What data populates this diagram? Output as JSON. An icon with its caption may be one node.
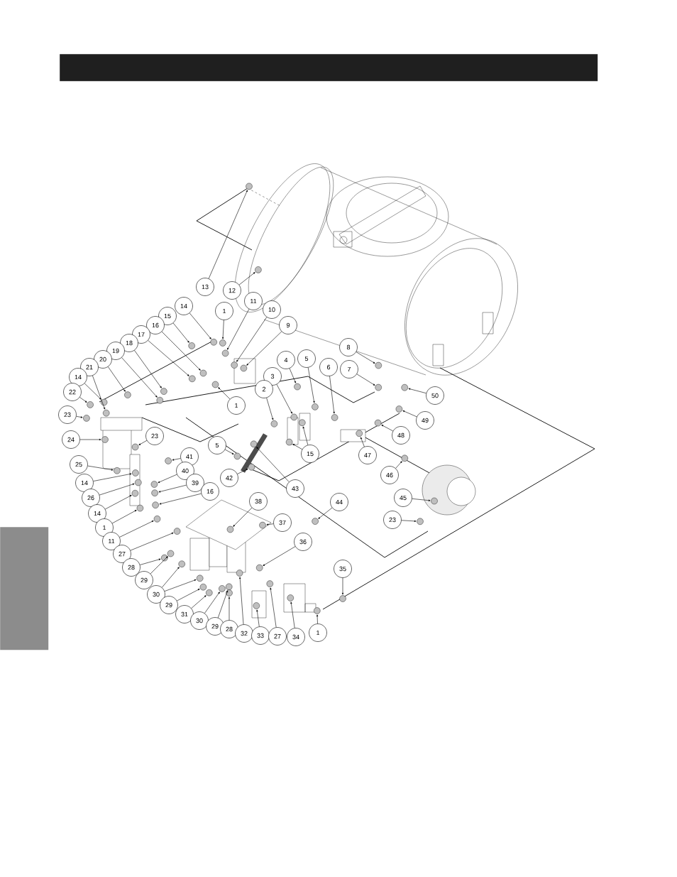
{
  "diagram": {
    "nodes": [
      {
        "text": [
          "13"
        ]
      },
      {
        "text": [
          "12"
        ]
      },
      {
        "text": [
          "11"
        ]
      },
      {
        "text": [
          "14"
        ]
      },
      {
        "text": [
          "1"
        ]
      },
      {
        "text": [
          "10"
        ]
      },
      {
        "text": [
          "15"
        ]
      },
      {
        "text": [
          "9"
        ]
      },
      {
        "text": [
          "16"
        ]
      },
      {
        "text": [
          "17"
        ]
      },
      {
        "text": [
          "18"
        ]
      },
      {
        "text": [
          "8"
        ]
      },
      {
        "text": [
          "19"
        ]
      },
      {
        "text": [
          "20"
        ]
      },
      {
        "text": [
          "4"
        ]
      },
      {
        "text": [
          "5"
        ]
      },
      {
        "text": [
          "6"
        ]
      },
      {
        "text": [
          "21"
        ]
      },
      {
        "text": [
          "7"
        ]
      },
      {
        "text": [
          "3"
        ]
      },
      {
        "text": [
          "14"
        ]
      },
      {
        "text": [
          "2"
        ]
      },
      {
        "text": [
          "22"
        ]
      },
      {
        "text": [
          "50"
        ]
      },
      {
        "text": [
          "1"
        ]
      },
      {
        "text": [
          "23"
        ]
      },
      {
        "text": [
          "49"
        ]
      },
      {
        "text": [
          "48"
        ]
      },
      {
        "text": [
          "23"
        ]
      },
      {
        "text": [
          "24"
        ]
      },
      {
        "text": [
          "5"
        ]
      },
      {
        "text": [
          "15"
        ]
      },
      {
        "text": [
          "47"
        ]
      },
      {
        "text": [
          "41"
        ]
      },
      {
        "text": [
          "25"
        ]
      },
      {
        "text": [
          "40"
        ]
      },
      {
        "text": [
          "46"
        ]
      },
      {
        "text": [
          "42"
        ]
      },
      {
        "text": [
          "14"
        ]
      },
      {
        "text": [
          "39"
        ]
      },
      {
        "text": [
          "43"
        ]
      },
      {
        "text": [
          "26"
        ]
      },
      {
        "text": [
          "45"
        ]
      },
      {
        "text": [
          "44"
        ]
      },
      {
        "text": [
          "16"
        ]
      },
      {
        "text": [
          "38"
        ]
      },
      {
        "text": [
          "14"
        ]
      },
      {
        "text": [
          "23"
        ]
      },
      {
        "text": [
          "37"
        ]
      },
      {
        "text": [
          "1"
        ]
      },
      {
        "text": [
          "11"
        ]
      },
      {
        "text": [
          "36"
        ]
      },
      {
        "text": [
          "27"
        ]
      },
      {
        "text": [
          "28"
        ]
      },
      {
        "text": [
          "35"
        ]
      },
      {
        "text": [
          "29"
        ]
      },
      {
        "text": [
          "30"
        ]
      },
      {
        "text": [
          "29"
        ]
      },
      {
        "text": [
          "31"
        ]
      },
      {
        "text": [
          "30"
        ]
      },
      {
        "text": [
          "29"
        ]
      },
      {
        "text": [
          "28"
        ]
      },
      {
        "text": [
          "32"
        ]
      },
      {
        "text": [
          "33"
        ]
      },
      {
        "text": [
          "1"
        ]
      },
      {
        "text": [
          "27"
        ]
      },
      {
        "text": [
          "34"
        ]
      },
      {
        "text": [],
        "shape": "bar"
      },
      {
        "text": [],
        "shape": "box"
      }
    ],
    "edges": [
      {
        "from": 0,
        "to": null,
        "arrow": "to"
      },
      {
        "from": 1,
        "to": null,
        "arrow": "to"
      },
      {
        "from": 2,
        "to": null,
        "arrow": "to"
      },
      {
        "from": 3,
        "to": null,
        "arrow": "to"
      },
      {
        "from": 4,
        "to": null,
        "arrow": "to"
      },
      {
        "from": 5,
        "to": null,
        "arrow": "to"
      },
      {
        "from": 6,
        "to": null,
        "arrow": "to"
      },
      {
        "from": 7,
        "to": null,
        "arrow": "to"
      },
      {
        "from": 8,
        "to": null,
        "arrow": "to"
      },
      {
        "from": 9,
        "to": null,
        "arrow": "to"
      },
      {
        "from": 10,
        "to": null,
        "arrow": "to"
      },
      {
        "from": 11,
        "to": null,
        "arrow": "to"
      },
      {
        "from": 12,
        "to": null,
        "arrow": "to"
      },
      {
        "from": 13,
        "to": null,
        "arrow": "to"
      },
      {
        "from": 14,
        "to": null,
        "arrow": "to"
      },
      {
        "from": 15,
        "to": null,
        "arrow": "to"
      },
      {
        "from": 16,
        "to": null,
        "arrow": "to"
      },
      {
        "from": 17,
        "to": null,
        "arrow": "to"
      },
      {
        "from": 18,
        "to": null,
        "arrow": "to"
      },
      {
        "from": 19,
        "to": null,
        "arrow": "to"
      },
      {
        "from": 20,
        "to": null,
        "arrow": "to"
      },
      {
        "from": 21,
        "to": null,
        "arrow": "to"
      },
      {
        "from": 22,
        "to": null,
        "arrow": "to"
      },
      {
        "from": 23,
        "to": null,
        "arrow": "to"
      },
      {
        "from": 24,
        "to": null,
        "arrow": "to"
      },
      {
        "from": 25,
        "to": null,
        "arrow": "to"
      },
      {
        "from": 26,
        "to": null,
        "arrow": "to"
      },
      {
        "from": 27,
        "to": null,
        "arrow": "to"
      },
      {
        "from": 28,
        "to": null,
        "arrow": "to"
      },
      {
        "from": 29,
        "to": null,
        "arrow": "to"
      },
      {
        "from": 30,
        "to": null,
        "arrow": "to"
      },
      {
        "from": 31,
        "to": null,
        "arrow": "to"
      },
      {
        "from": 31,
        "to": null,
        "arrow": "to"
      },
      {
        "from": 32,
        "to": null,
        "arrow": "to"
      },
      {
        "from": 33,
        "to": null,
        "arrow": "to"
      },
      {
        "from": 34,
        "to": null,
        "arrow": "to"
      },
      {
        "from": 35,
        "to": null,
        "arrow": "to"
      },
      {
        "from": 36,
        "to": null,
        "arrow": "to"
      },
      {
        "from": 37,
        "to": null,
        "arrow": "to"
      },
      {
        "from": 38,
        "to": null,
        "arrow": "to"
      },
      {
        "from": 39,
        "to": null,
        "arrow": "to"
      },
      {
        "from": 40,
        "to": null,
        "arrow": "to"
      },
      {
        "from": 41,
        "to": null,
        "arrow": "to"
      },
      {
        "from": 42,
        "to": null,
        "arrow": "to"
      },
      {
        "from": 43,
        "to": null,
        "arrow": "to"
      },
      {
        "from": 44,
        "to": null,
        "arrow": "to"
      },
      {
        "from": 45,
        "to": null,
        "arrow": "to"
      },
      {
        "from": 46,
        "to": null,
        "arrow": "to"
      },
      {
        "from": 47,
        "to": null,
        "arrow": "to"
      },
      {
        "from": 48,
        "to": null,
        "arrow": "to"
      },
      {
        "from": 49,
        "to": null,
        "arrow": "to"
      },
      {
        "from": 50,
        "to": null,
        "arrow": "to"
      },
      {
        "from": 51,
        "to": null,
        "arrow": "to"
      },
      {
        "from": 52,
        "to": null,
        "arrow": "to"
      },
      {
        "from": 53,
        "to": null,
        "arrow": "to"
      },
      {
        "from": 54,
        "to": null,
        "arrow": "to"
      },
      {
        "from": 55,
        "to": null,
        "arrow": "to"
      },
      {
        "from": 56,
        "to": null,
        "arrow": "to"
      },
      {
        "from": 56,
        "to": null,
        "arrow": "to"
      },
      {
        "from": 57,
        "to": null,
        "arrow": "to"
      },
      {
        "from": 58,
        "to": null,
        "arrow": "to"
      },
      {
        "from": 59,
        "to": null,
        "arrow": "to"
      },
      {
        "from": 60,
        "to": null,
        "arrow": "to"
      },
      {
        "from": 61,
        "to": null,
        "arrow": "to"
      },
      {
        "from": 62,
        "to": null,
        "arrow": "to"
      },
      {
        "from": 63,
        "to": null,
        "arrow": "to"
      },
      {
        "from": 64,
        "to": null,
        "arrow": "to"
      },
      {
        "from": 65,
        "to": null,
        "arrow": "to"
      },
      {
        "from": 66,
        "to": null,
        "arrow": "to"
      }
    ]
  }
}
